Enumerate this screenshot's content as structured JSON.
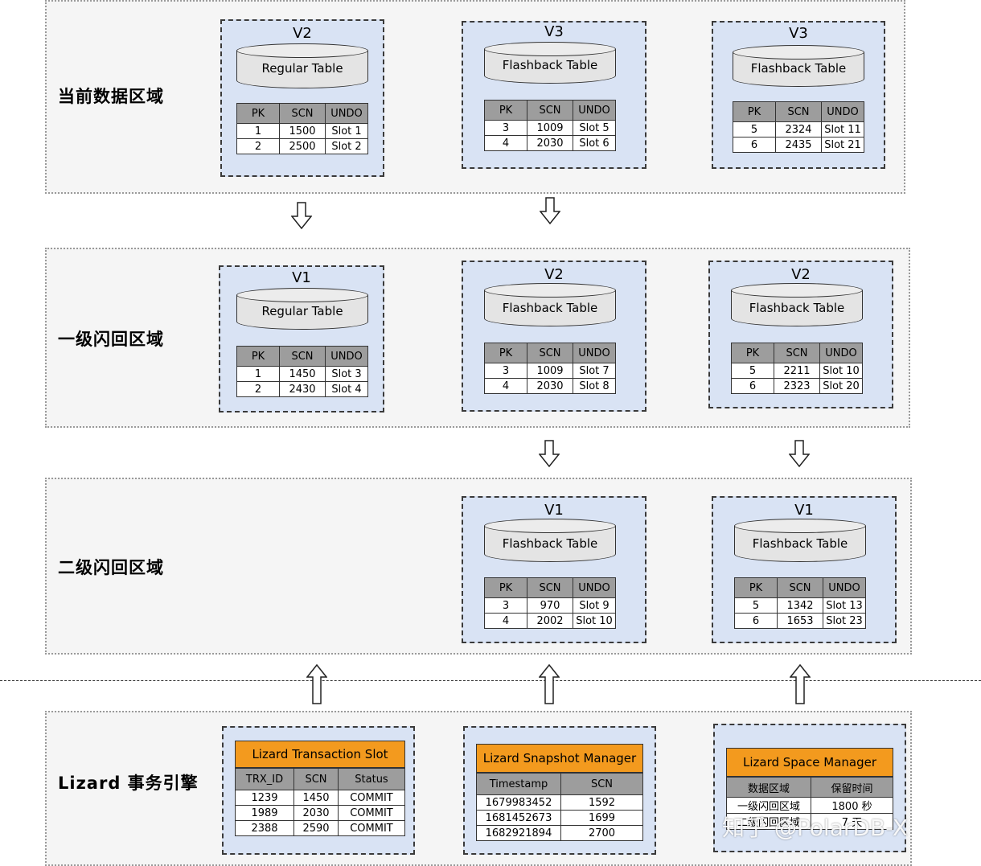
{
  "regions": {
    "current": "当前数据区域",
    "level1": "一级闪回区域",
    "level2": "二级闪回区域",
    "engine": "Lizard 事务引擎"
  },
  "table_header": {
    "pk": "PK",
    "scn": "SCN",
    "undo": "UNDO"
  },
  "tables": {
    "c1": {
      "version": "V2",
      "name": "Regular Table",
      "rows": [
        [
          "1",
          "1500",
          "Slot 1"
        ],
        [
          "2",
          "2500",
          "Slot 2"
        ]
      ]
    },
    "c2": {
      "version": "V3",
      "name": "Flashback Table",
      "rows": [
        [
          "3",
          "1009",
          "Slot 5"
        ],
        [
          "4",
          "2030",
          "Slot 6"
        ]
      ]
    },
    "c3": {
      "version": "V3",
      "name": "Flashback Table",
      "rows": [
        [
          "5",
          "2324",
          "Slot 11"
        ],
        [
          "6",
          "2435",
          "Slot 21"
        ]
      ]
    },
    "l1a": {
      "version": "V1",
      "name": "Regular Table",
      "rows": [
        [
          "1",
          "1450",
          "Slot 3"
        ],
        [
          "2",
          "2430",
          "Slot 4"
        ]
      ]
    },
    "l1b": {
      "version": "V2",
      "name": "Flashback Table",
      "rows": [
        [
          "3",
          "1009",
          "Slot 7"
        ],
        [
          "4",
          "2030",
          "Slot 8"
        ]
      ]
    },
    "l1c": {
      "version": "V2",
      "name": "Flashback Table",
      "rows": [
        [
          "5",
          "2211",
          "Slot 10"
        ],
        [
          "6",
          "2323",
          "Slot 20"
        ]
      ]
    },
    "l2b": {
      "version": "V1",
      "name": "Flashback Table",
      "rows": [
        [
          "3",
          "970",
          "Slot 9"
        ],
        [
          "4",
          "2002",
          "Slot 10"
        ]
      ]
    },
    "l2c": {
      "version": "V1",
      "name": "Flashback Table",
      "rows": [
        [
          "5",
          "1342",
          "Slot 13"
        ],
        [
          "6",
          "1653",
          "Slot 23"
        ]
      ]
    }
  },
  "engine": {
    "trx": {
      "title": "Lizard Transaction Slot",
      "headers": [
        "TRX_ID",
        "SCN",
        "Status"
      ],
      "rows": [
        [
          "1239",
          "1450",
          "COMMIT"
        ],
        [
          "1989",
          "2030",
          "COMMIT"
        ],
        [
          "2388",
          "2590",
          "COMMIT"
        ]
      ]
    },
    "snapshot": {
      "title": "Lizard Snapshot Manager",
      "headers": [
        "Timestamp",
        "SCN"
      ],
      "rows": [
        [
          "1679983452",
          "1592"
        ],
        [
          "1681452673",
          "1699"
        ],
        [
          "1682921894",
          "2700"
        ]
      ]
    },
    "space": {
      "title": "Lizard Space Manager",
      "headers": [
        "数据区域",
        "保留时间"
      ],
      "rows": [
        [
          "一级闪回区域",
          "1800 秒"
        ],
        [
          "二级闪回区域",
          "7 天"
        ]
      ]
    }
  },
  "watermark": "知乎 @PolarDB-X",
  "colors": {
    "card_bg": "#d9e3f4",
    "header_bg": "#9d9d9d",
    "orange": "#f39a1e",
    "region_bg": "#f5f5f5"
  },
  "icons": {
    "down": "hollow-down-arrow",
    "up": "hollow-up-arrow"
  }
}
